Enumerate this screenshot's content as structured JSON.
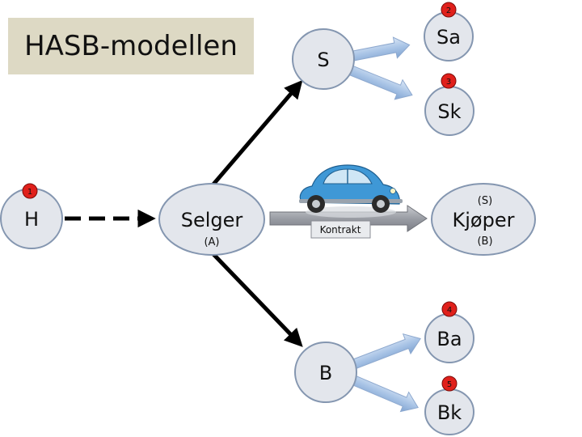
{
  "title": "HASB-modellen",
  "nodes": {
    "h": "H",
    "selger": "Selger",
    "selger_sub": "(A)",
    "kjoper": "Kjøper",
    "kjoper_sub_top": "(S)",
    "kjoper_sub_bottom": "(B)",
    "s": "S",
    "sa": "Sa",
    "sk": "Sk",
    "b": "B",
    "ba": "Ba",
    "bk": "Bk"
  },
  "badges": [
    "1",
    "2",
    "3",
    "4",
    "5"
  ],
  "contract_label": "Kontrakt",
  "colors": {
    "node_fill": "#e3e6ec",
    "node_stroke": "#8496b0",
    "badge_fill": "#e0201b",
    "car_body": "#3f98d6",
    "title_bg": "#ddd9c4",
    "arrow_blue": "#a9c4e6"
  }
}
